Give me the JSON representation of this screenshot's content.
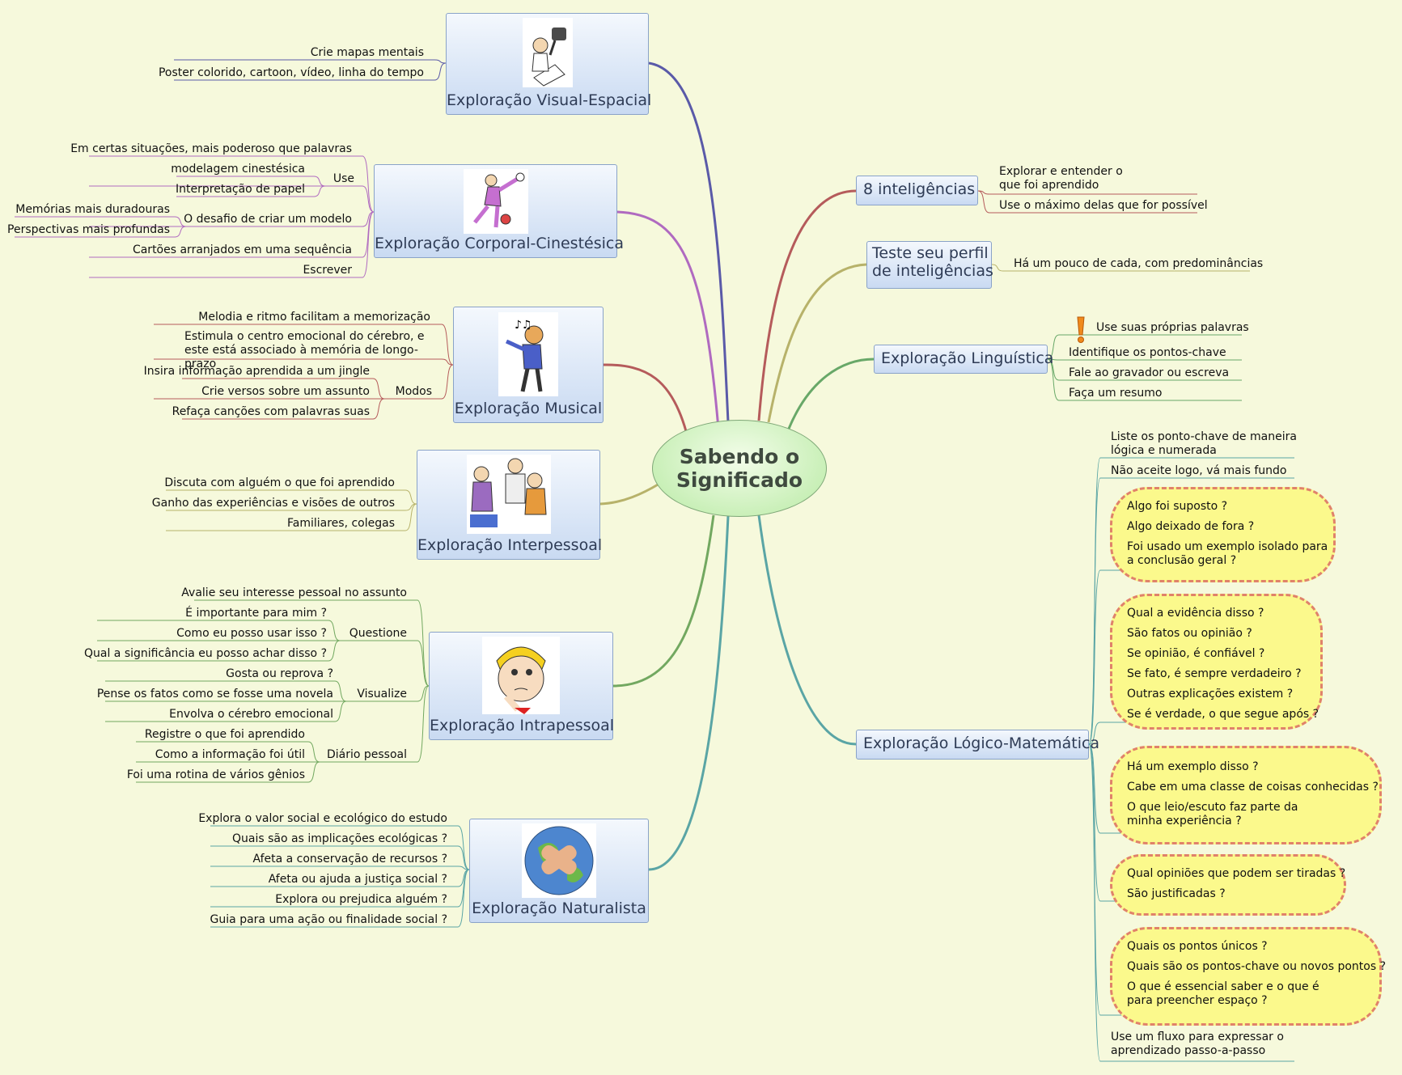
{
  "center": {
    "title_l1": "Sabendo o",
    "title_l2": "Significado"
  },
  "topics": {
    "visual": "Exploração Visual-Espacial",
    "corporal": "Exploração Corporal-Cinestésica",
    "musical": "Exploração Musical",
    "interpessoal": "Exploração Interpessoal",
    "intrapessoal": "Exploração Intrapessoal",
    "naturalista": "Exploração  Naturalista",
    "oito": "8 inteligências",
    "teste_l1": "Teste seu perfil",
    "teste_l2": "de inteligências",
    "linguistica": "Exploração Linguística",
    "logico": "Exploração Lógico-Matemática"
  },
  "visual": {
    "items": [
      "Crie mapas mentais",
      "Poster colorido, cartoon, vídeo, linha do tempo"
    ]
  },
  "corporal": {
    "top": "Em certas situações, mais poderoso que palavras",
    "use": "Use",
    "use_items": [
      "modelagem cinestésica",
      "Interpretação de papel"
    ],
    "modelo": "O desafio de criar um modelo",
    "modelo_items": [
      "Memórias mais duradouras",
      "Perspectivas mais profundas"
    ],
    "cartoes": "Cartões arranjados em uma sequência",
    "escrever": "Escrever"
  },
  "musical": {
    "melodia": "Melodia e ritmo facilitam a memorização",
    "estimula": "Estimula o centro emocional do cérebro, e este está associado à memória de longo-prazo",
    "modos": "Modos",
    "modos_items": [
      "Insira informação aprendida a um jingle",
      "Crie versos sobre um assunto",
      "Refaça canções com palavras suas"
    ]
  },
  "interpessoal": {
    "items": [
      "Discuta com alguém o que foi aprendido",
      "Ganho das experiências e visões de outros",
      "Familiares, colegas"
    ]
  },
  "intrapessoal": {
    "avalie": "Avalie seu interesse pessoal no assunto",
    "questione": "Questione",
    "questione_items": [
      "É importante para mim ?",
      "Como eu posso usar isso ?",
      "Qual a significância eu posso achar disso ?"
    ],
    "visualize": "Visualize",
    "visualize_items": [
      "Gosta ou reprova ?",
      "Pense os fatos como se fosse uma novela",
      "Envolva o cérebro emocional"
    ],
    "diario": "Diário pessoal",
    "diario_items": [
      "Registre o que foi aprendido",
      "Como a informação foi útil",
      "Foi uma rotina de vários gênios"
    ]
  },
  "naturalista": {
    "items": [
      "Explora o valor social e ecológico do estudo",
      "Quais são as implicações  ecológicas ?",
      "Afeta a conservação de recursos ?",
      "Afeta ou ajuda a justiça social ?",
      "Explora ou prejudica alguém ?",
      "Guia para uma ação ou finalidade social ?"
    ]
  },
  "oito": {
    "items": [
      "Explorar e entender o que foi aprendido",
      "Use o máximo delas que for possível"
    ]
  },
  "teste": {
    "items": [
      "Há um pouco de cada, com predominâncias"
    ]
  },
  "linguistica": {
    "items": [
      "Use suas próprias palavras",
      "Identifique os pontos-chave",
      "Fale ao gravador ou escreva",
      "Faça um resumo"
    ]
  },
  "logico": {
    "liste": "Liste os ponto-chave de maneira lógica e numerada",
    "nao_aceite": "Não aceite logo, vá mais fundo",
    "c1": [
      "Algo foi suposto ?",
      "Algo deixado de fora ?",
      "Foi usado um exemplo isolado para a conclusão geral ?"
    ],
    "c2": [
      "Qual a evidência disso ?",
      "São fatos ou opinião ?",
      "Se opinião, é confiável ?",
      "Se fato, é sempre verdadeiro ?",
      "Outras explicações existem ?",
      "Se é verdade, o que segue após ?"
    ],
    "c3": [
      "Há um exemplo disso ?",
      "Cabe em uma classe de coisas conhecidas ?",
      "O que leio/escuto faz parte da minha experiência ?"
    ],
    "c4": [
      "Qual opiniões que podem ser tiradas ?",
      "São justificadas ?"
    ],
    "c5": [
      "Quais os pontos únicos ?",
      "Quais são os pontos-chave ou novos pontos ?",
      "O que é essencial saber e o que é para preencher espaço ?"
    ],
    "fluxo": "Use um fluxo para expressar o aprendizado passo-a-passo"
  },
  "colors": {
    "visual": "#5a5aa8",
    "corporal": "#b06ac0",
    "musical": "#b55b5b",
    "interpessoal": "#b7b26a",
    "intrapessoal": "#72a860",
    "naturalista": "#5aa5a5",
    "oito": "#b55b5b",
    "teste": "#b7b26a",
    "linguistica": "#68a868",
    "logico": "#5aa5a5"
  }
}
